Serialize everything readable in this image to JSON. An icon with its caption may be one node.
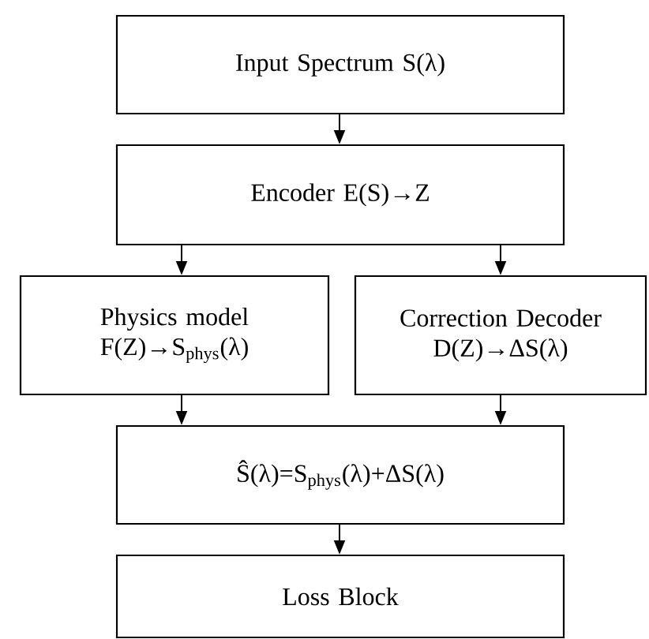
{
  "diagram": {
    "nodes": [
      {
        "text": [
          "Input Spectrum S(λ)"
        ]
      },
      {
        "text": [
          "Encoder E(S)→Z"
        ]
      },
      {
        "text": [
          "Physics model",
          "F(Z)→S$_{phys}$(λ)"
        ]
      },
      {
        "text": [
          "Correction Decoder",
          "D(Z)→ΔS(λ)"
        ]
      },
      {
        "text": [
          "Ŝ(λ)=S$_{phys}$(λ)+ΔS(λ)"
        ]
      },
      {
        "text": [
          "Loss Block"
        ]
      }
    ],
    "edges": [
      {
        "from": 0,
        "to": 1,
        "arrow": "to"
      },
      {
        "from": 1,
        "to": 2,
        "arrow": "to"
      },
      {
        "from": 1,
        "to": 3,
        "arrow": "to"
      },
      {
        "from": 2,
        "to": 4,
        "arrow": "to"
      },
      {
        "from": 3,
        "to": 4,
        "arrow": "to"
      },
      {
        "from": 4,
        "to": 5,
        "arrow": "to"
      }
    ]
  }
}
